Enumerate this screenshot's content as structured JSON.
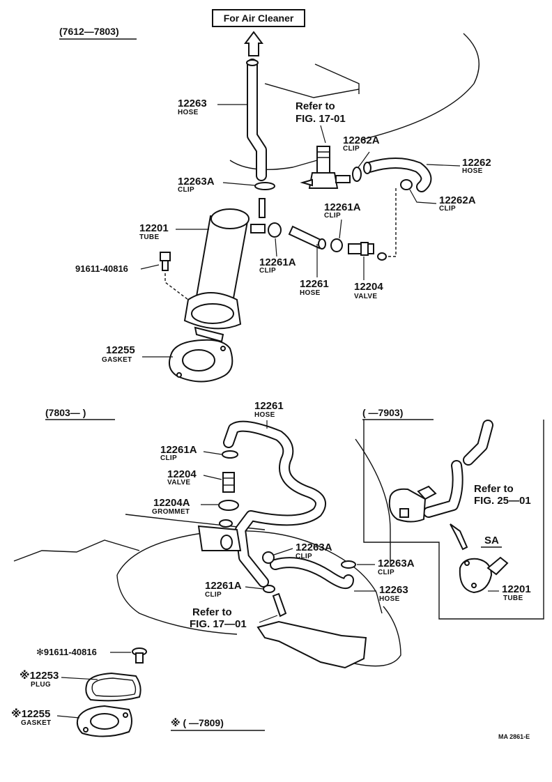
{
  "banner": "For Air Cleaner",
  "periods": {
    "top": "(7612—7803)",
    "bottom_left": "(7803—      )",
    "inset": "(      —7903)",
    "note": "※ (      —7809)"
  },
  "refs": {
    "top_refer": "Refer to",
    "top_fig": "FIG. 17-01",
    "bottom_refer": "Refer to",
    "bottom_fig": "FIG. 17—01",
    "inset_refer": "Refer to",
    "inset_fig": "FIG. 25—01"
  },
  "view_label": "SA",
  "code": "MA 2861-E",
  "parts_top": [
    {
      "num": "12263",
      "name": "HOSE"
    },
    {
      "num": "12263A",
      "name": "CLIP"
    },
    {
      "num": "12262A",
      "name": "CLIP"
    },
    {
      "num": "12262",
      "name": "HOSE"
    },
    {
      "num": "12262A",
      "name": "CLIP"
    },
    {
      "num": "12261A",
      "name": "CLIP"
    },
    {
      "num": "12201",
      "name": "TUBE"
    },
    {
      "num": "91611-40816",
      "name": ""
    },
    {
      "num": "12261A",
      "name": "CLIP"
    },
    {
      "num": "12261",
      "name": "HOSE"
    },
    {
      "num": "12204",
      "name": "VALVE"
    },
    {
      "num": "12255",
      "name": "GASKET"
    }
  ],
  "parts_bottom": [
    {
      "num": "12261",
      "name": "HOSE"
    },
    {
      "num": "12261A",
      "name": "CLIP"
    },
    {
      "num": "12204",
      "name": "VALVE"
    },
    {
      "num": "12204A",
      "name": "GROMMET"
    },
    {
      "num": "12263A",
      "name": "CLIP"
    },
    {
      "num": "12263A",
      "name": "CLIP"
    },
    {
      "num": "12261A",
      "name": "CLIP"
    },
    {
      "num": "12263",
      "name": "HOSE"
    },
    {
      "num": "12201",
      "name": "TUBE"
    },
    {
      "num": "✻91611-40816",
      "name": ""
    },
    {
      "num": "※12253",
      "name": "PLUG"
    },
    {
      "num": "※12255",
      "name": "GASKET"
    }
  ]
}
